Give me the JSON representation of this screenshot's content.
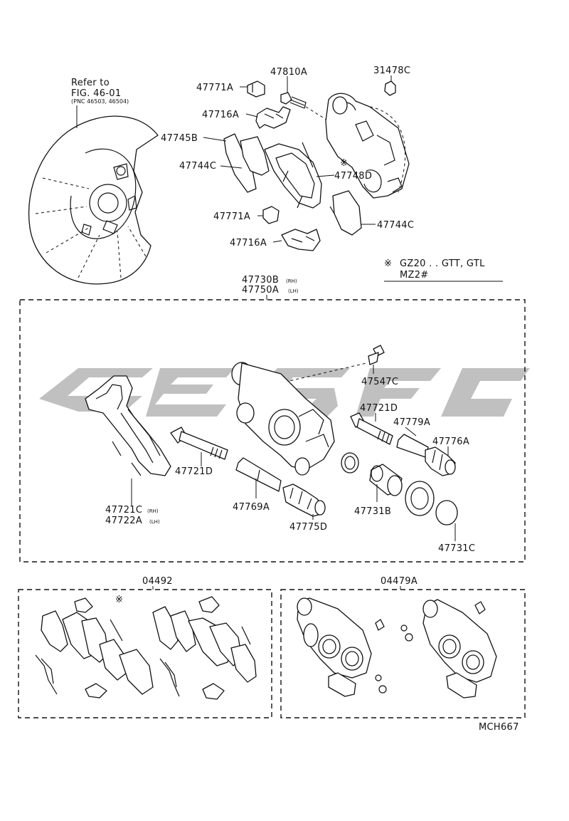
{
  "diagram": {
    "labels": {
      "refer_to": "Refer to",
      "fig_ref": "FIG. 46-01",
      "pnc_ref": "(PNC 46503, 46504)",
      "p47771A_top": "47771A",
      "p47810A": "47810A",
      "p31478C": "31478C",
      "p47716A_top": "47716A",
      "p47745B": "47745B",
      "p47744C_left": "47744C",
      "p47748D": "47748D",
      "p47771A_bottom": "47771A",
      "p47744C_right": "47744C",
      "p47716A_bottom": "47716A",
      "note_symbol": "※",
      "note_line1": "GZ20 . . GTT, GTL",
      "note_line2": "MZ2#",
      "p47730B": "47730B",
      "p47730B_side": "(RH)",
      "p47750A": "47750A",
      "p47750A_side": "(LH)",
      "p47547C": "47547C",
      "p47721D_right": "47721D",
      "p47779A": "47779A",
      "p47776A": "47776A",
      "p47721D_left": "47721D",
      "p47769A": "47769A",
      "p47775D": "47775D",
      "p47731B": "47731B",
      "p47731C": "47731C",
      "p47721C": "47721C",
      "p47721C_side": "(RH)",
      "p47722A": "47722A",
      "p47722A_side": "(LH)",
      "kit_04492": "04492",
      "kit_04479A": "04479A",
      "kit_symbol": "※",
      "drawing_code": "MCH667"
    }
  }
}
